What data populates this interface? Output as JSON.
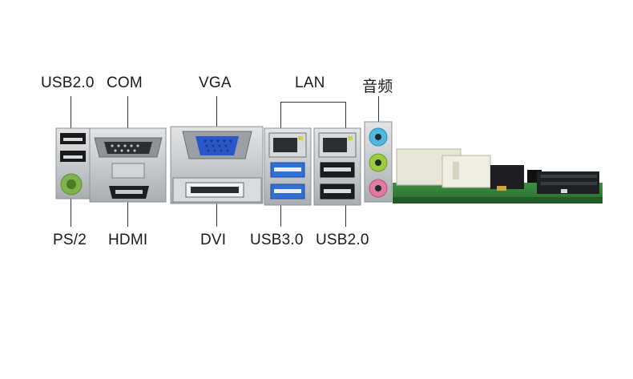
{
  "top_labels": {
    "usb20": "USB2.0",
    "com": "COM",
    "vga": "VGA",
    "lan": "LAN",
    "audio": "音频"
  },
  "bottom_labels": {
    "ps2": "PS/2",
    "hdmi": "HDMI",
    "dvi": "DVI",
    "usb30": "USB3.0",
    "usb20": "USB2.0"
  },
  "colors": {
    "vga_blue": "#2b56c8",
    "usb3_blue": "#2f6fd6",
    "ps2_green": "#7fb24a",
    "audio_blue": "#4fb7e0",
    "audio_green": "#9ccc3c",
    "audio_pink": "#e07aa0",
    "pcb_green": "#2f7a34"
  }
}
